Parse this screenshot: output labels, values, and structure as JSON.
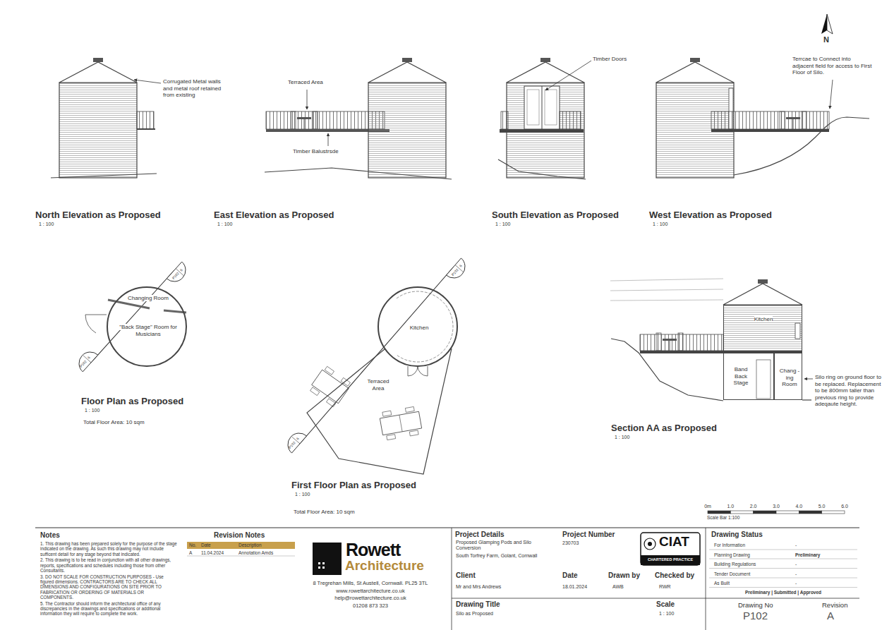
{
  "diagram": {
    "nodes": [
      {
        "text": [
          "Changing Room",
          "\"Back Stage\" Room for Musicians"
        ]
      },
      {
        "text": [
          "Kitchen"
        ]
      },
      {
        "text": [
          "Terraced Area"
        ]
      },
      {
        "text": [
          "Kitchen"
        ]
      },
      {
        "text": [
          "Band Back Stage"
        ]
      },
      {
        "text": [
          "Chang -ing Room"
        ]
      }
    ],
    "labels": [
      "N",
      "Corrugated Metal walls and metal roof retained from existing",
      "Terraced Area",
      "Timber Balustrsde",
      "Timber Doors",
      "Terrcae to Connect into adjacent field for access to First Floor of Silo.",
      "North Elevation as Proposed",
      "1 : 100",
      "East Elevation as Proposed",
      "1 : 100",
      "South Elevation as Proposed",
      "1 : 100",
      "West Elevation as Proposed",
      "1 : 100",
      "6",
      "P102",
      "6",
      "P102",
      "Floor Plan as Proposed",
      "1 : 100",
      "Total Floor Area: 10 sqm",
      "6",
      "P102",
      "6",
      "P102",
      "First Floor Plan as Proposed",
      "1 : 100",
      "Total Floor Area: 10 sqm",
      "Section AA as Proposed",
      "1 : 100",
      "Silo ring on ground floor to be replaced. Replacement to be 800mm taller than previous ring to provide adeqaute height.",
      "0m",
      "1.0",
      "2.0",
      "3.0",
      "4.0",
      "5.0",
      "6.0",
      "Scale Bar 1:100",
      "Notes",
      "1. This drawing has been prepared solely for the purpose of the stage indicated on the drawing. As such this drawing may not include sufficent detail for any stage beyond that indicated.",
      "2. This drawing is to be read in conjunction with all other drawings, reports, specifications and schedules including those from other Consultants.",
      "3. DO NOT SCALE FOR CONSTRUCTION PURPOSES - Use figured dimensions. CONTRACTORS ARE TO CHECK ALL DIMENSIONS AND CONFIGURATIONS ON SITE PRIOR TO FABRICATION OR ORDERING OF MATERIALS OR COMPONENTS.",
      "5. The Contractor should inform the architectural office of any discrepancies in the drawings and specifications or additional information they will require to complete the work.",
      "Revision Notes",
      "No.",
      "Date",
      "Description",
      "A",
      "11.04.2024",
      "Annotation Amds",
      "Rowett",
      "Architecture",
      "8 Tregrehan Mills, St Austell, Cornwall. PL25 3TL",
      "www.rowettarchitecture.co.uk",
      "help@rowettarchitecture.co.uk",
      "01208 873 323",
      "Project Details",
      "Proposed Glamping Pods and Silo Conversion",
      "South Torfrey Farm, Golant, Cornwall",
      "Project Number",
      "230703",
      "CIAT",
      "CHARTERED PRACTICE",
      "Client",
      "Mr and Mrs Andrews",
      "Date",
      "18.01.2024",
      "Drawn by",
      "AWB",
      "Checked by",
      "RWR",
      "Drawing Status",
      "For Information",
      "-",
      "Planning Drawing",
      "Preliminary",
      "Building Regulations",
      "-",
      "Tender Document",
      "-",
      "As Built",
      "-",
      "Preliminary | Submitted | Approved",
      "Drawing Title",
      "Silo as Proposed",
      "Scale",
      "1 : 100",
      "Drawing No",
      "P102",
      "Revision",
      "A"
    ]
  }
}
